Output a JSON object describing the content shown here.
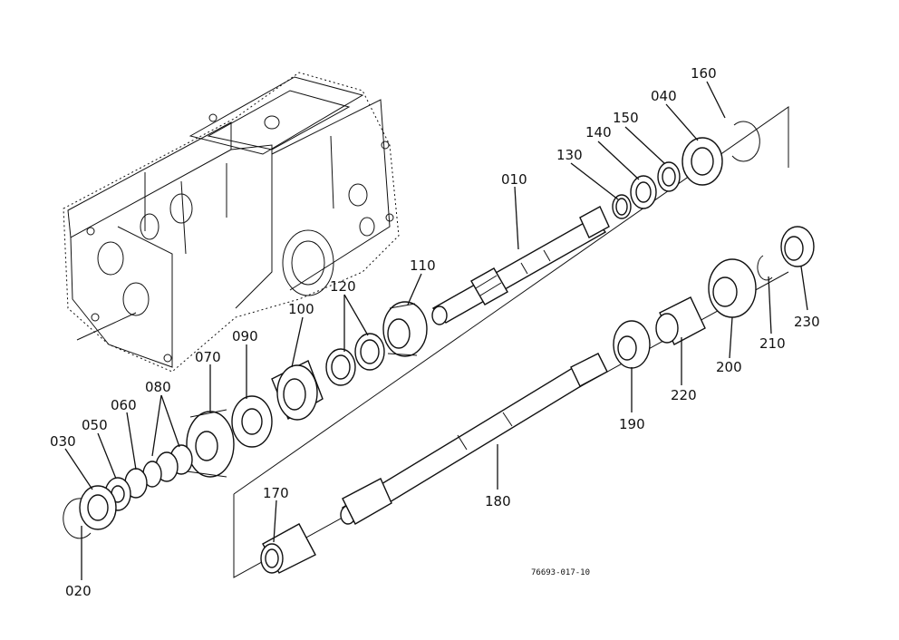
{
  "diagram": {
    "drawing_code": "76693-017-10",
    "part_numbers": [
      "010",
      "020",
      "030",
      "040",
      "050",
      "060",
      "070",
      "080",
      "090",
      "100",
      "110",
      "120",
      "130",
      "140",
      "150",
      "160",
      "170",
      "180",
      "190",
      "200",
      "210",
      "220",
      "230"
    ]
  }
}
